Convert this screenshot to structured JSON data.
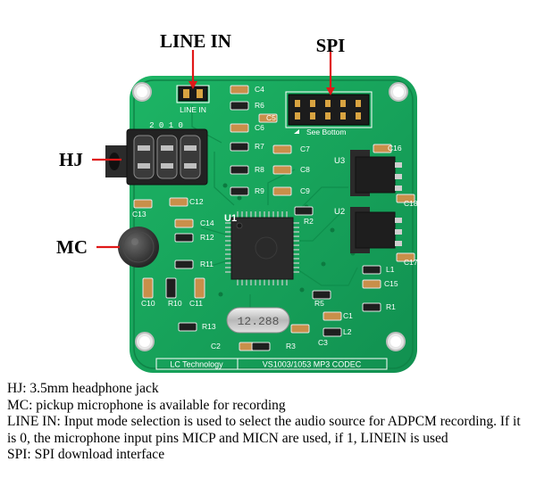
{
  "callouts": {
    "line_in": "LINE IN",
    "spi": "SPI",
    "hj": "HJ",
    "mc": "MC"
  },
  "board": {
    "header_label": "LINE IN",
    "see_bottom": "See Bottom",
    "footer_left": "LC Technology",
    "footer_right": "VS1003/1053 MP3 CODEC",
    "chip_label": "U1",
    "crystal_label": "12.288",
    "jack_label": "2 0 1 0",
    "regulator_u3": "U3",
    "regulator_u2": "U2",
    "components": [
      "C4",
      "R6",
      "C5",
      "C6",
      "R7",
      "C7",
      "R8",
      "C8",
      "R9",
      "C9",
      "C16",
      "C18",
      "C17",
      "C15",
      "L1",
      "R1",
      "C12",
      "C13",
      "C14",
      "R12",
      "R11",
      "R2",
      "C10",
      "R10",
      "C11",
      "R13",
      "R5",
      "C1",
      "L2",
      "C2",
      "R3",
      "C3"
    ]
  },
  "colors": {
    "pcb": "#16a35a",
    "line": "#e01818"
  },
  "caption": [
    "HJ: 3.5mm headphone jack",
    "MC: pickup microphone is available for recording",
    "LINE IN: Input mode selection is used to select the audio source for ADPCM recording. If it is 0, the microphone input pins MICP and MICN are used, if 1, LINEIN is used",
    "SPI: SPI download interface"
  ]
}
